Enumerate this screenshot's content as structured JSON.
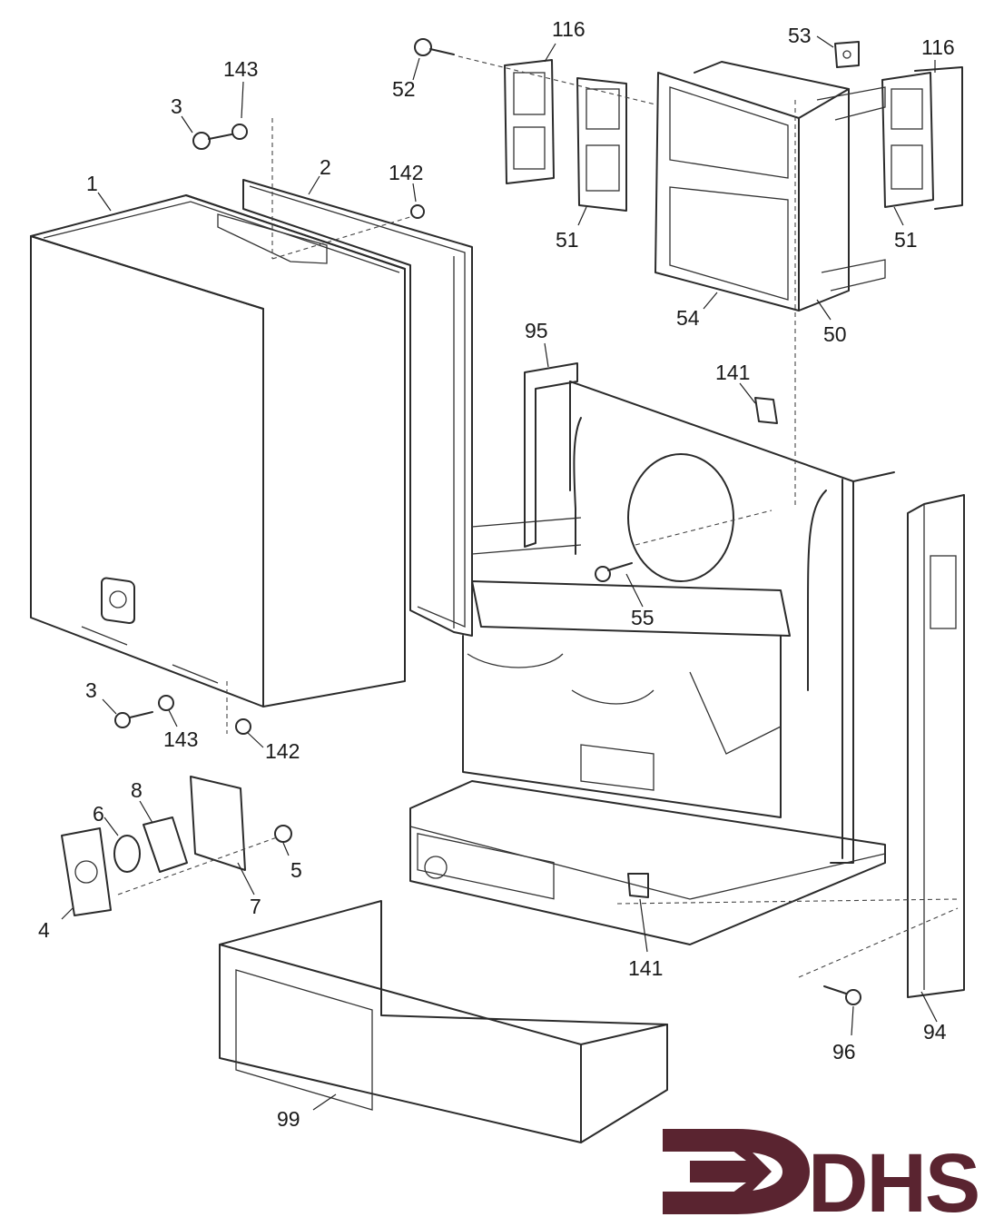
{
  "logo": {
    "text": "DHS",
    "color": "#5a2430"
  },
  "callouts": [
    {
      "id": "c1",
      "text": "1"
    },
    {
      "id": "c2",
      "text": "2"
    },
    {
      "id": "c3a",
      "text": "3"
    },
    {
      "id": "c143a",
      "text": "143"
    },
    {
      "id": "c142a",
      "text": "142"
    },
    {
      "id": "c52",
      "text": "52"
    },
    {
      "id": "c116a",
      "text": "116"
    },
    {
      "id": "c51a",
      "text": "51"
    },
    {
      "id": "c53",
      "text": "53"
    },
    {
      "id": "c116b",
      "text": "116"
    },
    {
      "id": "c51b",
      "text": "51"
    },
    {
      "id": "c54",
      "text": "54"
    },
    {
      "id": "c50",
      "text": "50"
    },
    {
      "id": "c95",
      "text": "95"
    },
    {
      "id": "c141a",
      "text": "141"
    },
    {
      "id": "c55",
      "text": "55"
    },
    {
      "id": "c3b",
      "text": "3"
    },
    {
      "id": "c143b",
      "text": "143"
    },
    {
      "id": "c142b",
      "text": "142"
    },
    {
      "id": "c8",
      "text": "8"
    },
    {
      "id": "c6",
      "text": "6"
    },
    {
      "id": "c5",
      "text": "5"
    },
    {
      "id": "c7",
      "text": "7"
    },
    {
      "id": "c4",
      "text": "4"
    },
    {
      "id": "c141b",
      "text": "141"
    },
    {
      "id": "c96",
      "text": "96"
    },
    {
      "id": "c94",
      "text": "94"
    },
    {
      "id": "c99",
      "text": "99"
    }
  ]
}
